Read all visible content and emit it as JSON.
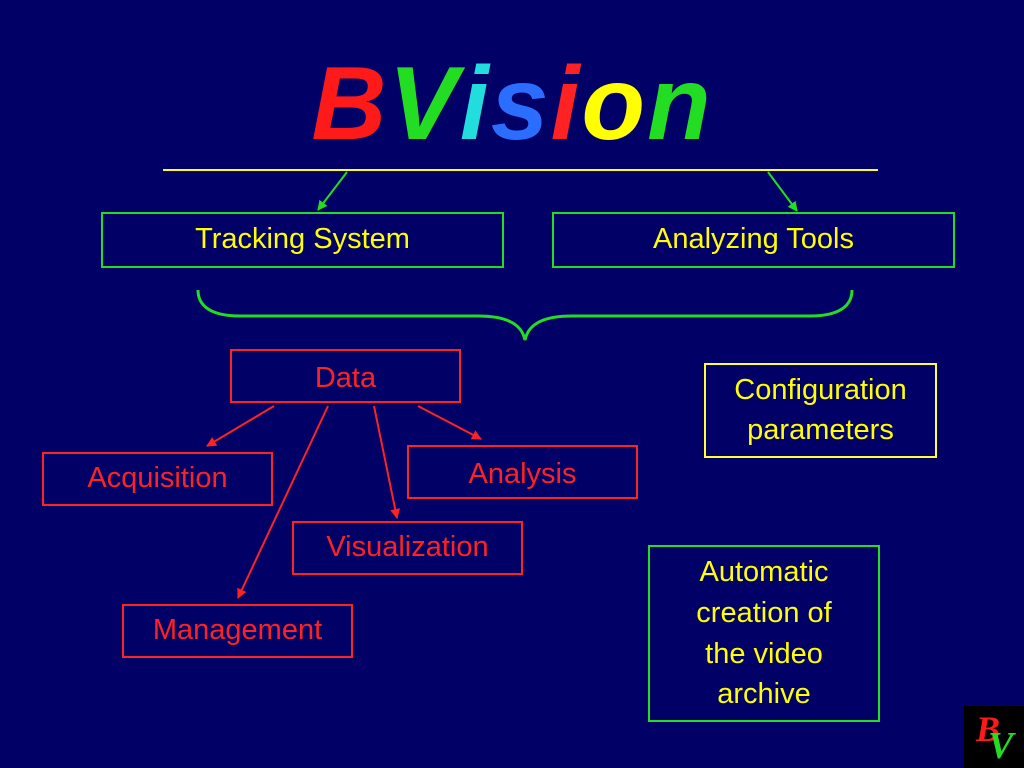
{
  "title": {
    "letters": [
      "B",
      "V",
      "i",
      "s",
      "i",
      "o",
      "n"
    ],
    "colors": [
      "#ff1a1a",
      "#22dd22",
      "#22dddd",
      "#2a6dff",
      "#ff2222",
      "#ffff00",
      "#22dd22"
    ]
  },
  "top_boxes": {
    "tracking": "Tracking System",
    "analyzing": "Analyzing Tools"
  },
  "data_box": "Data",
  "children": {
    "acquisition": "Acquisition",
    "analysis": "Analysis",
    "visualization": "Visualization",
    "management": "Management"
  },
  "config": {
    "line1": "Configuration",
    "line2": "parameters"
  },
  "archive": {
    "line1": "Automatic",
    "line2": "creation of",
    "line3": "the video",
    "line4": "archive"
  },
  "logo": {
    "b": "B",
    "v": "V"
  },
  "colors": {
    "background": "#000066",
    "green": "#22dd22",
    "red": "#ff2222",
    "yellow": "#ffff00"
  }
}
